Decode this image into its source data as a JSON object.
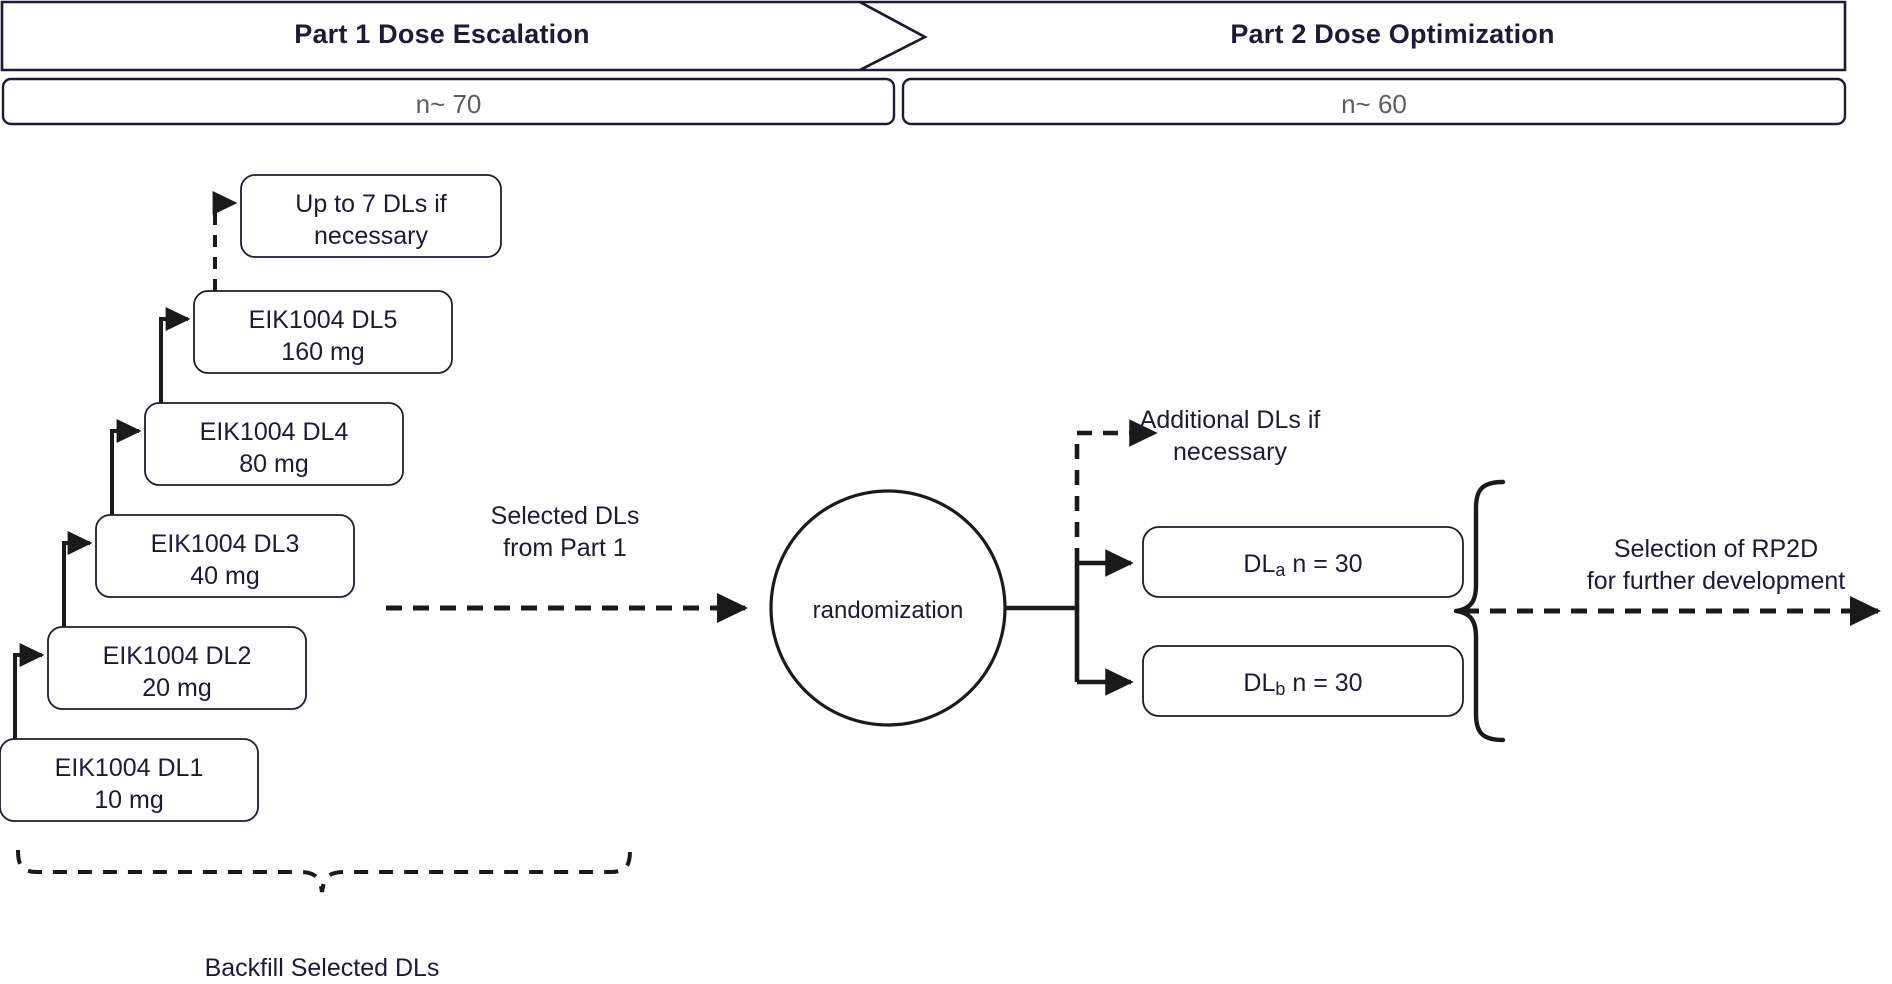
{
  "diagram": {
    "title_bar": {
      "part1": "Part 1 Dose Escalation",
      "part2": "Part 2 Dose Optimization"
    },
    "n_bar": {
      "part1_n": "n~ 70",
      "part2_n": "n~ 60"
    },
    "dose_levels": [
      {
        "name": "EIK1004 DL5",
        "dose": "160 mg"
      },
      {
        "name": "EIK1004 DL4",
        "dose": "80 mg"
      },
      {
        "name": "EIK1004 DL3",
        "dose": "40 mg"
      },
      {
        "name": "EIK1004 DL2",
        "dose": "20 mg"
      },
      {
        "name": "EIK1004 DL1",
        "dose": "10 mg"
      }
    ],
    "extra_dls_box": {
      "line1": "Up to 7 DLs if",
      "line2": "necessary"
    },
    "backfill_label": "Backfill Selected DLs",
    "selected_dls_label": {
      "line1": "Selected DLs",
      "line2": "from Part 1"
    },
    "randomization_label": "randomization",
    "additional_dls_label": {
      "line1": "Additional DLs if",
      "line2": "necessary"
    },
    "optimization_arms": [
      {
        "prefix": "DL",
        "subscript": "a",
        "suffix": " n = 30"
      },
      {
        "prefix": "DL",
        "subscript": "b",
        "suffix": " n = 30"
      }
    ],
    "rp2d_label": {
      "line1": "Selection of RP2D",
      "line2": "for further development"
    },
    "colors": {
      "text": "#1b1b38",
      "stroke": "#1b1b38",
      "arrow": "#1a1a1a",
      "muted_text": "#5d5d5d",
      "background": "#ffffff"
    }
  }
}
